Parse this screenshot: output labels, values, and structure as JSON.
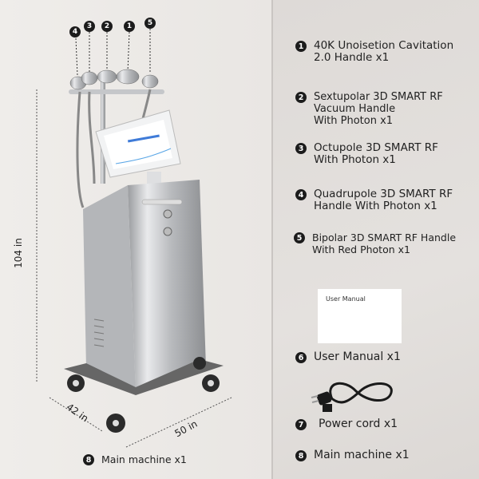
{
  "items": [
    {
      "num": "1",
      "lines": [
        "40K Unoisetion Cavitation",
        "2.0 Handle x1"
      ]
    },
    {
      "num": "2",
      "lines": [
        "Sextupolar 3D SMART RF",
        "Vacuum Handle",
        "With Photon x1"
      ]
    },
    {
      "num": "3",
      "lines": [
        "Octupole 3D SMART RF",
        "With Photon x1"
      ]
    },
    {
      "num": "4",
      "lines": [
        "Quadrupole 3D SMART RF",
        "Handle With Photon x1"
      ]
    },
    {
      "num": "5",
      "lines": [
        "Bipolar 3D SMART RF Handle",
        "With Red Photon x1"
      ]
    },
    {
      "num": "6",
      "lines": [
        "User Manual x1"
      ]
    },
    {
      "num": "7",
      "lines": [
        "Power cord  x1"
      ]
    },
    {
      "num": "8",
      "lines": [
        "Main machine  x1"
      ]
    }
  ],
  "manual_card_label": "User Manual",
  "callouts": [
    "4",
    "3",
    "2",
    "1",
    "5"
  ],
  "dimensions": {
    "height": "104 in",
    "depth": "42 in",
    "width": "50 in"
  },
  "machine_label": {
    "num": "8",
    "text": "Main machine  x1"
  }
}
